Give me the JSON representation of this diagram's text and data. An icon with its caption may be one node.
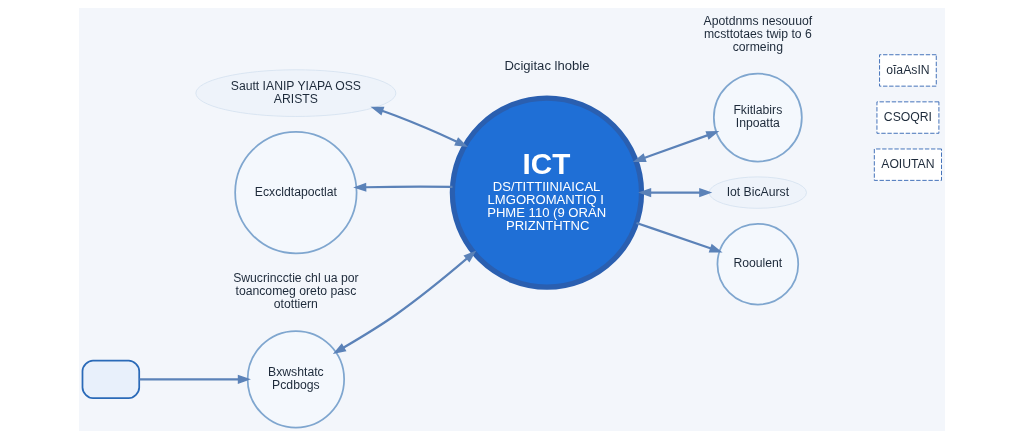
{
  "diagram": {
    "nodes": [
      {
        "text": [
          "ICT",
          "DS/TITTIINIAICAL LMGOROMANTIQ I PHME 110 (9 ORAN PRIZNTHTNC"
        ]
      },
      {
        "text": [
          "Sautt IANIP YIAPA OSS ARISTS"
        ]
      },
      {
        "text": [
          "Ecxcldtapoctlat"
        ]
      },
      {
        "text": [
          "Bxwshtatc",
          "Pcdbogs"
        ],
        "beside": [
          "Swucrincctie chl ua por toancomeg oreto pasc otottiern"
        ]
      },
      {
        "text": [],
        "shape": "box"
      },
      {
        "text": [
          "Iot BicAurst"
        ]
      },
      {
        "text": [
          "Rooulent"
        ]
      },
      {
        "text": [
          "Fkitlabirs",
          "Inpoatta"
        ],
        "beside": [
          "Apotdnms nesouuof mcsttotaes twip to 6 cormeing"
        ]
      },
      {
        "text": [
          "oĭaAsIN"
        ]
      },
      {
        "text": [
          "CSOQRI"
        ]
      },
      {
        "text": [
          "AOIUTAN"
        ]
      }
    ],
    "edges": [
      {
        "from": 0,
        "to": 1,
        "arrow": "both"
      },
      {
        "from": 0,
        "to": 2,
        "arrow": "to"
      },
      {
        "from": 0,
        "to": 3,
        "arrow": "both"
      },
      {
        "from": 4,
        "to": 3,
        "arrow": "to"
      },
      {
        "from": 0,
        "to": 5,
        "arrow": "both"
      },
      {
        "from": 0,
        "to": 6,
        "arrow": "to"
      },
      {
        "from": 0,
        "to": 7,
        "arrow": "both"
      }
    ],
    "labels": [
      "Dcigitac lhoble"
    ]
  }
}
